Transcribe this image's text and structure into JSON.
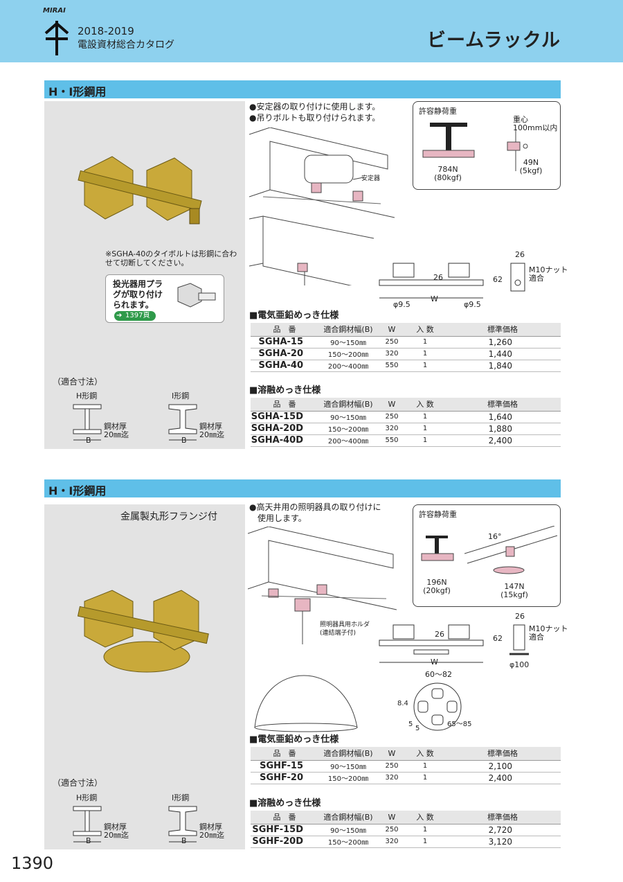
{
  "header": {
    "logo_text": "MIRAI",
    "catalog_year": "2018-2019",
    "catalog_title": "電設資材総合カタログ",
    "page_title": "ビームラックル",
    "bg_color": "#8ed1ee"
  },
  "section1": {
    "title": "H・I形鋼用",
    "note": "※SGHA-40のタイボルトは形鋼に合わせて切断してください。",
    "tip": {
      "text": "投光器用プラグが取り付けられます。",
      "ref": "1397頁"
    },
    "fit_title": "（適合寸法）",
    "h_label": "H形鋼",
    "i_label": "I形鋼",
    "thick_label_1": "鋼材厚",
    "thick_label_2": "20㎜迄",
    "b_label": "B",
    "features": [
      "●安定器の取り付けに使用します。",
      "●吊りボルトも取り付けられます。"
    ],
    "ballast_label": "安定器",
    "load": {
      "title": "許容静荷重",
      "center_label_1": "重心",
      "center_label_2": "100mm以内",
      "load_a": "784N",
      "load_a_kgf": "(80kgf)",
      "load_b": "49N",
      "load_b_kgf": "(5kgf)"
    },
    "dims": {
      "d26": "26",
      "d62": "62",
      "w": "W",
      "phi_left": "φ9.5",
      "phi_right": "φ9.5",
      "top26": "26",
      "nut": "M10ナット",
      "nut2": "適合"
    },
    "table1": {
      "heading": "■電気亜鉛めっき仕様",
      "headers": [
        "品　番",
        "適合鋼材幅(B)",
        "W",
        "入 数",
        "標準価格"
      ],
      "rows": [
        [
          "SGHA-15",
          "90～150㎜",
          "250",
          "1",
          "1,260"
        ],
        [
          "SGHA-20",
          "150～200㎜",
          "320",
          "1",
          "1,440"
        ],
        [
          "SGHA-40",
          "200～400㎜",
          "550",
          "1",
          "1,840"
        ]
      ]
    },
    "table2": {
      "heading": "■溶融めっき仕様",
      "headers": [
        "品　番",
        "適合鋼材幅(B)",
        "W",
        "入 数",
        "標準価格"
      ],
      "rows": [
        [
          "SGHA-15D",
          "90～150㎜",
          "250",
          "1",
          "1,640"
        ],
        [
          "SGHA-20D",
          "150～200㎜",
          "320",
          "1",
          "1,880"
        ],
        [
          "SGHA-40D",
          "200～400㎜",
          "550",
          "1",
          "2,400"
        ]
      ]
    }
  },
  "section2": {
    "title": "H・I形鋼用",
    "caption": "金属製丸形フランジ付",
    "fit_title": "（適合寸法）",
    "h_label": "H形鋼",
    "i_label": "I形鋼",
    "thick_label_1": "鋼材厚",
    "thick_label_2": "20㎜迄",
    "b_label": "B",
    "features": [
      "●高天井用の照明器具の取り付けに",
      "　使用します。"
    ],
    "holder_label_1": "照明器具用ホルダ",
    "holder_label_2": "(連結端子付)",
    "load": {
      "title": "許容静荷重",
      "angle": "16°",
      "load_a": "196N",
      "load_a_kgf": "(20kgf)",
      "load_b": "147N",
      "load_b_kgf": "(15kgf)"
    },
    "dims": {
      "d26": "26",
      "d62": "62",
      "w": "W",
      "phi": "φ100",
      "top26": "26",
      "nut": "M10ナット",
      "nut2": "適合",
      "slot": "60～82",
      "d84": "8.4",
      "d5a": "5",
      "d5b": "5",
      "d65": "65～85"
    },
    "table1": {
      "heading": "■電気亜鉛めっき仕様",
      "headers": [
        "品　番",
        "適合鋼材幅(B)",
        "W",
        "入 数",
        "標準価格"
      ],
      "rows": [
        [
          "SGHF-15",
          "90～150㎜",
          "250",
          "1",
          "2,100"
        ],
        [
          "SGHF-20",
          "150～200㎜",
          "320",
          "1",
          "2,400"
        ]
      ]
    },
    "table2": {
      "heading": "■溶融めっき仕様",
      "headers": [
        "品　番",
        "適合鋼材幅(B)",
        "W",
        "入 数",
        "標準価格"
      ],
      "rows": [
        [
          "SGHF-15D",
          "90～150㎜",
          "250",
          "1",
          "2,720"
        ],
        [
          "SGHF-20D",
          "150～200㎜",
          "320",
          "1",
          "3,120"
        ]
      ]
    }
  },
  "footer": {
    "page_number": "1390"
  }
}
